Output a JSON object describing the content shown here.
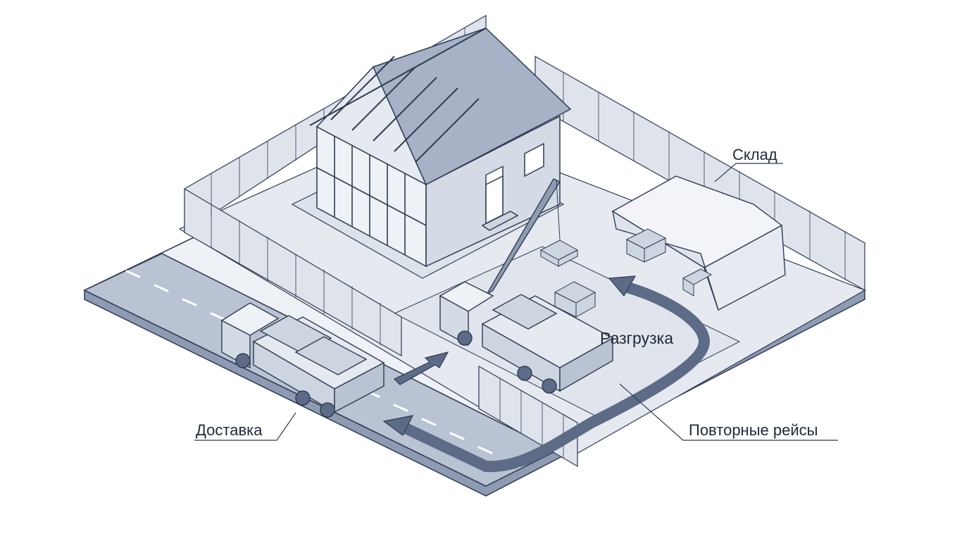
{
  "labels": {
    "storage": "Склад",
    "unloading": "Разгрузка",
    "delivery": "Доставка",
    "repeat_trips": "Повторные рейсы"
  },
  "colors": {
    "line": "#2f3b52",
    "light_fill": "#e9edf3",
    "mid_fill": "#cdd5e1",
    "dark_fill": "#8e9bb2",
    "roof_fill": "#a7b2c6",
    "road_fill": "#b9c3d3",
    "arrow_fill": "#5d6b86",
    "tarp_fill": "#f2f4f7",
    "text": "#1f2937"
  },
  "icons": {
    "house": "house-frame-icon",
    "tent": "storage-tent-icon",
    "crane_truck": "crane-truck-icon",
    "delivery_truck": "delivery-truck-icon",
    "pallet": "pallet-icon"
  }
}
